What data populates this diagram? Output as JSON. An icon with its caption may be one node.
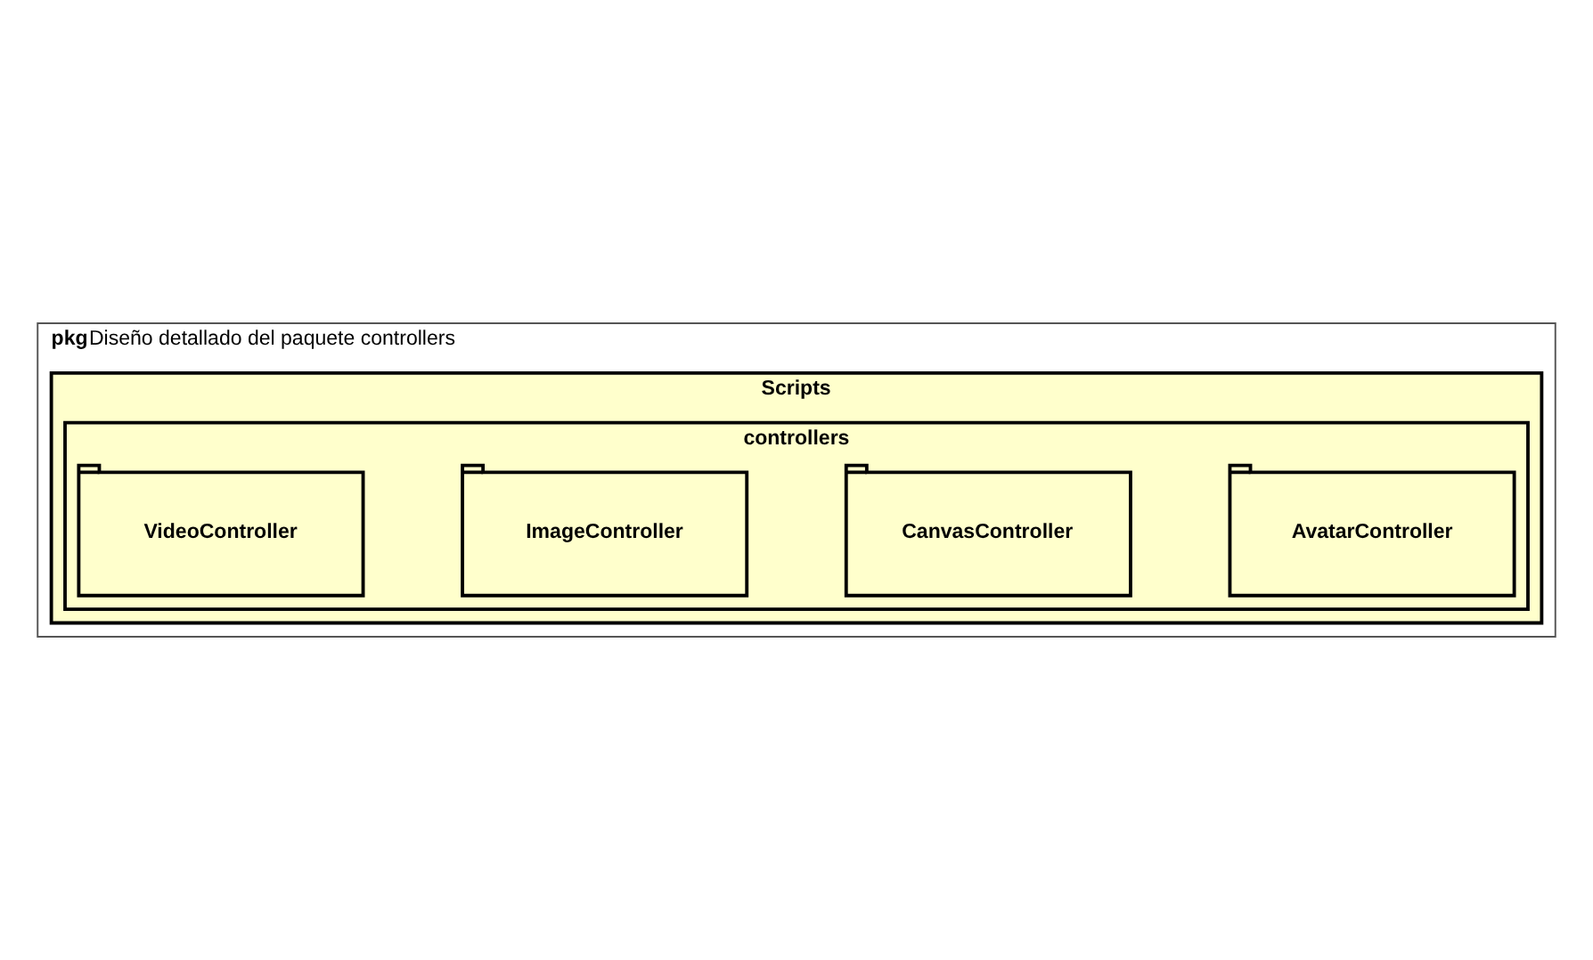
{
  "diagram": {
    "nodes": [
      {
        "text": [
          "**pkg**Diseño detallado del paquete controllers"
        ]
      },
      {
        "text": [
          "Scripts"
        ],
        "in": 0
      },
      {
        "text": [
          "controllers"
        ],
        "in": 1
      },
      {
        "text": [
          "AvatarController"
        ],
        "in": 2
      },
      {
        "text": [
          "CanvasController"
        ],
        "in": 2
      },
      {
        "text": [
          "ImageController"
        ],
        "in": 2
      },
      {
        "text": [
          "VideoController"
        ],
        "in": 2
      }
    ],
    "edges": []
  }
}
